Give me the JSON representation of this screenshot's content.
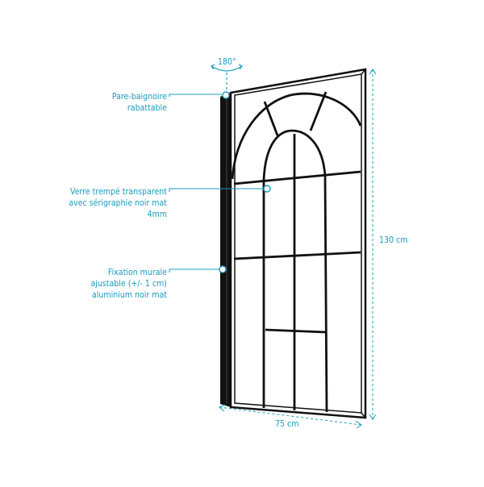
{
  "rotation_label": "180°",
  "callouts": {
    "hinge": {
      "lines": [
        "Pare-baignoire",
        "rabattable"
      ]
    },
    "glass": {
      "lines": [
        "Verre trempé transparent",
        "avec sérigraphie noir mat",
        "4mm"
      ]
    },
    "mount": {
      "lines": [
        "Fixation murale",
        "ajustable (+/- 1 cm)",
        "aluminium noir mat"
      ]
    }
  },
  "dimensions": {
    "height": "130 cm",
    "width": "75 cm"
  },
  "colors": {
    "accent": "#1a9bbd",
    "frame": "#111111"
  }
}
